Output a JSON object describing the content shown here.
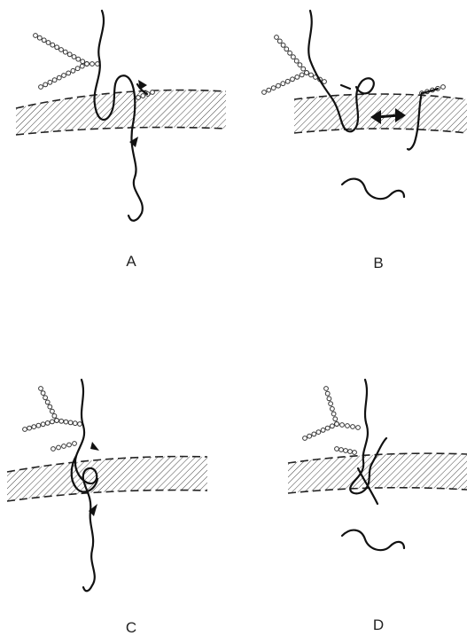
{
  "panels": [
    {
      "id": "A",
      "label": "A"
    },
    {
      "id": "B",
      "label": "B"
    },
    {
      "id": "C",
      "label": "C"
    },
    {
      "id": "D",
      "label": "D"
    }
  ],
  "colors": {
    "ink": "#111111",
    "hatch": "#444444",
    "background": "#ffffff"
  },
  "icons": [
    "arrow-icon",
    "double-arrow-icon",
    "bead-chain-icon",
    "membrane-band"
  ]
}
